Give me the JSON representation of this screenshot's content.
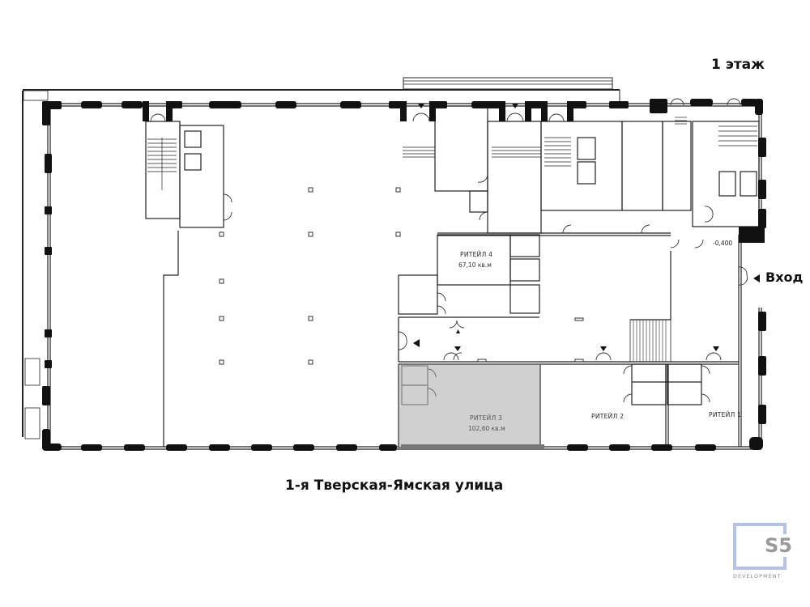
{
  "plan": {
    "floor_label": "1 этаж",
    "street_label": "1-я Тверская-Ямская улица",
    "entry_label": "Вход",
    "height_mark": "-0,400",
    "highlight_color": "#d0d0d0",
    "rooms": [
      {
        "id": "retail-4",
        "name": "РИТЕЙЛ 4",
        "area": "67,10 кв.м"
      },
      {
        "id": "retail-3",
        "name": "РИТЕЙЛ 3",
        "area": "102,60 кв.м",
        "highlighted": true
      },
      {
        "id": "retail-2",
        "name": "РИТЕЙЛ 2",
        "area": ""
      },
      {
        "id": "retail-1",
        "name": "РИТЕЙЛ 1",
        "area": ""
      }
    ]
  },
  "logo": {
    "mark": "S5",
    "subtitle": "DEVELOPMENT",
    "frame_color": "#b3c2e6"
  }
}
